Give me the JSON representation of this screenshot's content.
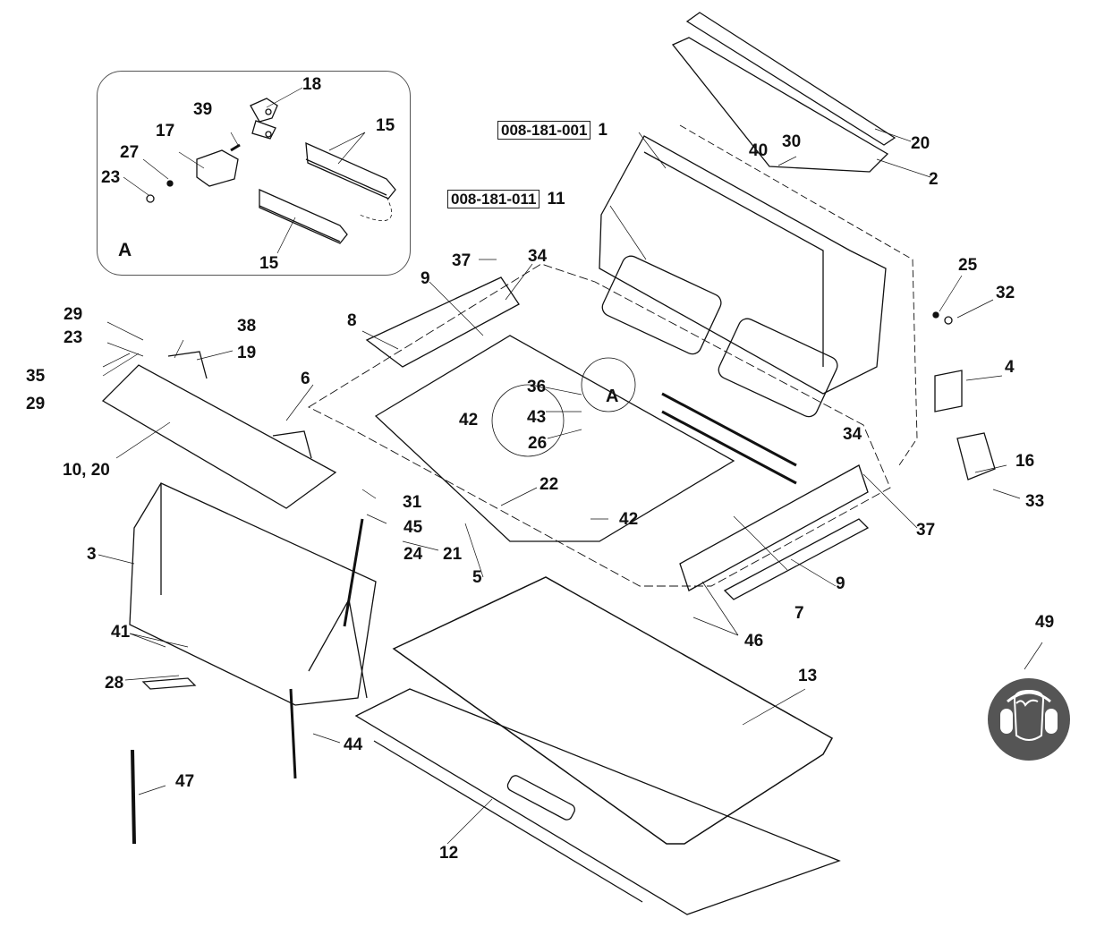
{
  "diagram": {
    "type": "exploded parts diagram",
    "part_numbers": [
      {
        "code": "008-181-001",
        "item": "1"
      },
      {
        "code": "008-181-011",
        "item": "11"
      }
    ],
    "detail_view": {
      "label": "A",
      "callouts": [
        "18",
        "39",
        "17",
        "15",
        "27",
        "23",
        "15"
      ]
    },
    "detail_reference_label": "A",
    "callouts": {
      "c18": "18",
      "c39": "39",
      "c17": "17",
      "c15a": "15",
      "c27": "27",
      "c23a": "23",
      "c15b": "15",
      "c20a": "20",
      "c30": "30",
      "c40": "40",
      "c2": "2",
      "c1": "1",
      "c11": "11",
      "c37a": "37",
      "c34a": "34",
      "c9a": "9",
      "c8": "8",
      "c29a": "29",
      "c23b": "23",
      "c38": "38",
      "c19": "19",
      "c35": "35",
      "c29b": "29",
      "c6": "6",
      "c10_20": "10, 20",
      "c42a": "42",
      "c36": "36",
      "c43": "43",
      "c26": "26",
      "c22": "22",
      "c31": "31",
      "c45": "45",
      "c24": "24",
      "c21": "21",
      "c5": "5",
      "c42b": "42",
      "c25": "25",
      "c32": "32",
      "c4": "4",
      "c34b": "34",
      "c16": "16",
      "c33": "33",
      "c37b": "37",
      "c9b": "9",
      "c7": "7",
      "c46": "46",
      "c3": "3",
      "c41": "41",
      "c28": "28",
      "c44": "44",
      "c47": "47",
      "c13": "13",
      "c12": "12",
      "c49": "49"
    },
    "safety_sign": "ear-protection-icon"
  }
}
